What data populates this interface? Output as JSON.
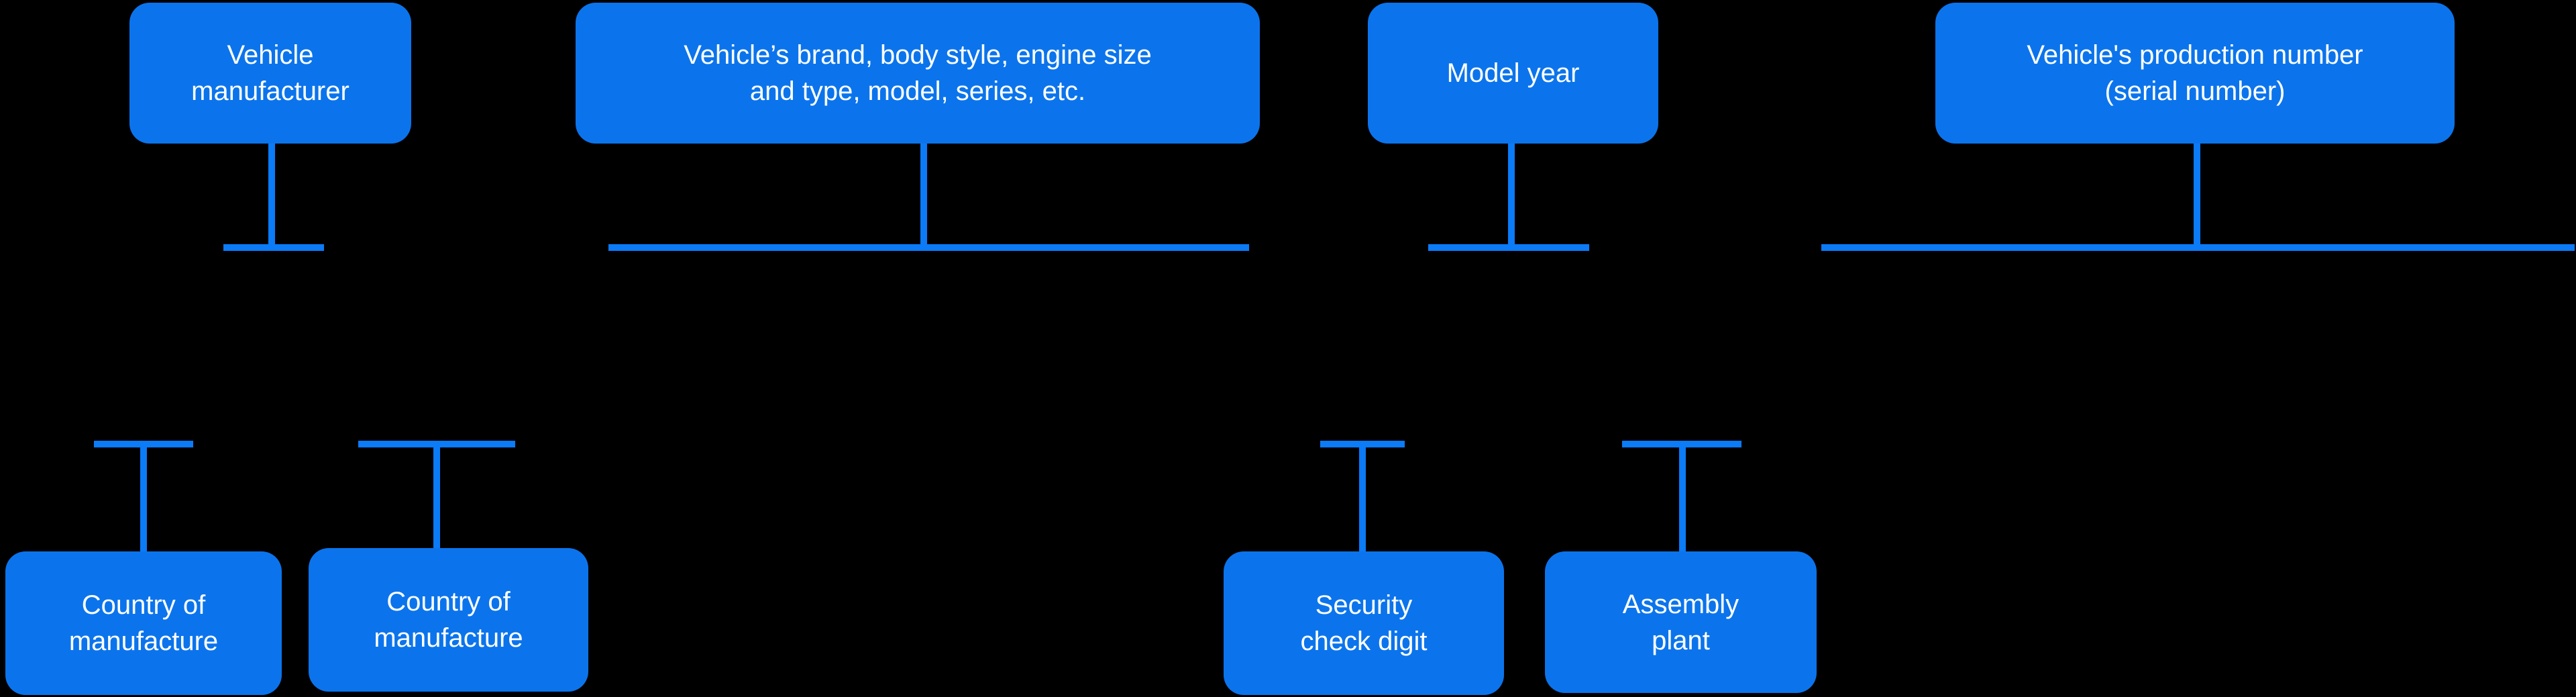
{
  "diagram": {
    "title_semantic": "VIN structure explanation diagram",
    "background_color": "#000000"
  },
  "colors": {
    "box_fill": "#0b74ec",
    "connector": "#0b7bf7",
    "box_text": "#ffffff",
    "background": "#000000"
  },
  "boxes": [
    {
      "id": "vehicle-manufacturer",
      "label": "Vehicle\nmanufacturer",
      "row": "top"
    },
    {
      "id": "brand-body-style",
      "label": "Vehicle’s brand, body style, engine size\nand type, model, series, etc.",
      "row": "top"
    },
    {
      "id": "model-year",
      "label": "Model year",
      "row": "top"
    },
    {
      "id": "production-number",
      "label": "Vehicle's production number\n(serial number)",
      "row": "top"
    },
    {
      "id": "country-of-manufacture-1",
      "label": "Country of\nmanufacture",
      "row": "bottom"
    },
    {
      "id": "country-of-manufacture-2",
      "label": "Country of\nmanufacture",
      "row": "bottom"
    },
    {
      "id": "security-check-digit",
      "label": "Security\ncheck digit",
      "row": "bottom"
    },
    {
      "id": "assembly-plant",
      "label": "Assembly\nplant",
      "row": "bottom"
    }
  ]
}
